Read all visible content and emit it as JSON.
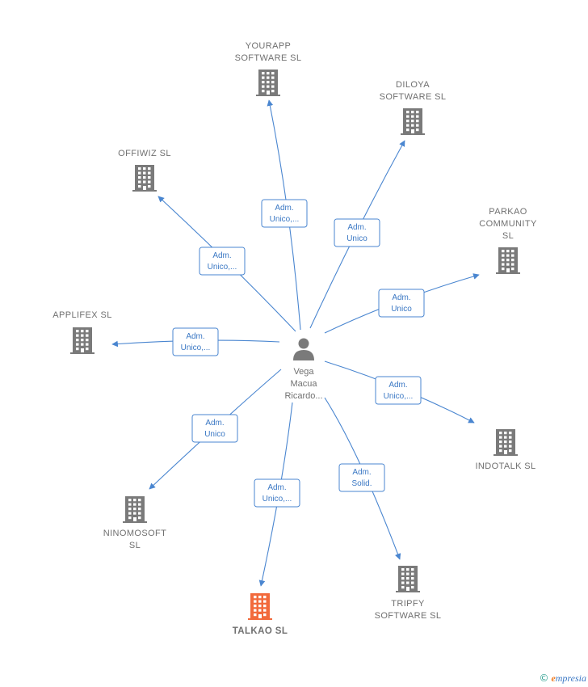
{
  "center": {
    "label_lines": [
      "Vega",
      "Macua",
      "Ricardo..."
    ],
    "icon": "person-icon"
  },
  "companies": [
    {
      "id": "yourapp",
      "lines": [
        "YOURAPP",
        "SOFTWARE  SL"
      ],
      "icon": "building-icon",
      "highlight": false,
      "relation": [
        "Adm.",
        "Unico,..."
      ]
    },
    {
      "id": "diloya",
      "lines": [
        "DILOYA",
        "SOFTWARE  SL"
      ],
      "icon": "building-icon",
      "highlight": false,
      "relation": [
        "Adm.",
        "Unico"
      ]
    },
    {
      "id": "offiwiz",
      "lines": [
        "OFFIWIZ  SL"
      ],
      "icon": "building-icon",
      "highlight": false,
      "relation": [
        "Adm.",
        "Unico,..."
      ]
    },
    {
      "id": "parkao",
      "lines": [
        "PARKAO",
        "COMMUNITY",
        "SL"
      ],
      "icon": "building-icon",
      "highlight": false,
      "relation": [
        "Adm.",
        "Unico"
      ]
    },
    {
      "id": "applifex",
      "lines": [
        "APPLIFEX  SL"
      ],
      "icon": "building-icon",
      "highlight": false,
      "relation": [
        "Adm.",
        "Unico,..."
      ]
    },
    {
      "id": "indotalk",
      "lines": [
        "INDOTALK  SL"
      ],
      "icon": "building-icon",
      "highlight": false,
      "relation": [
        "Adm.",
        "Unico,..."
      ]
    },
    {
      "id": "ninomosoft",
      "lines": [
        "NINOMOSOFT",
        "SL"
      ],
      "icon": "building-icon",
      "highlight": false,
      "relation": [
        "Adm.",
        "Unico"
      ]
    },
    {
      "id": "tripfy",
      "lines": [
        "TRIPFY",
        "SOFTWARE  SL"
      ],
      "icon": "building-icon",
      "highlight": false,
      "relation": [
        "Adm.",
        "Solid."
      ]
    },
    {
      "id": "talkao",
      "lines": [
        "TALKAO  SL"
      ],
      "icon": "building-icon",
      "highlight": true,
      "relation": [
        "Adm.",
        "Unico,..."
      ]
    }
  ],
  "colors": {
    "edge": "#4a86d0",
    "building": "#7a7a7a",
    "building_highlight": "#f26a3c",
    "person": "#7a7a7a"
  },
  "watermark": {
    "copyright": "©",
    "brand_initial": "e",
    "brand_rest": "mpresia"
  }
}
